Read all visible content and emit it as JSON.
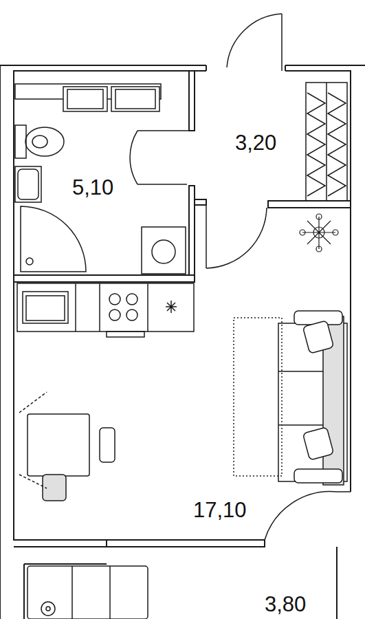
{
  "diagram": {
    "labels": [
      "3,20",
      "5,10",
      "17,10",
      "3,80"
    ]
  }
}
